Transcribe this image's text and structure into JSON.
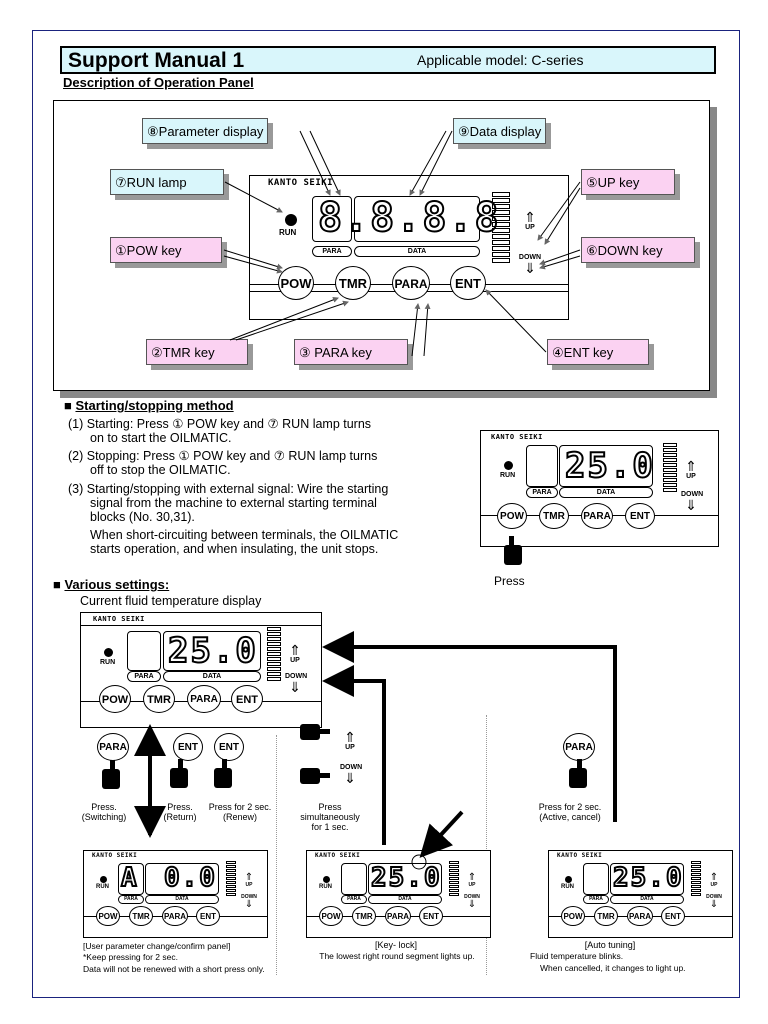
{
  "header": {
    "title": "Support Manual 1",
    "model": "Applicable model: C-series"
  },
  "panel_section": {
    "heading": "Description of Operation Panel",
    "brand": "KANTO SEIKI",
    "run_label": "RUN",
    "display_digits": "8.8.8.8",
    "para_label": "PARA",
    "data_label": "DATA",
    "up_label": "UP",
    "down_label": "DOWN",
    "keys": [
      "POW",
      "TMR",
      "PARA",
      "ENT"
    ],
    "callouts": {
      "parameter_display": "⑧Parameter display",
      "data_display": "⑨Data display",
      "run_lamp": "⑦RUN lamp",
      "up_key": "⑤UP key",
      "pow_key": "①POW key",
      "down_key": "⑥DOWN key",
      "tmr_key": "②TMR key",
      "para_key": "③ PARA key",
      "ent_key": "④ENT key"
    }
  },
  "start_stop": {
    "heading": "Starting/stopping method",
    "lines": [
      "(1) Starting: Press ① POW key and ⑦ RUN lamp turns",
      "on to start the OILMATIC.",
      "(2) Stopping: Press ① POW key and ⑦ RUN lamp turns",
      "off to stop the OILMATIC.",
      "(3) Starting/stopping with external signal: Wire the starting",
      "signal from the machine to external starting terminal",
      "blocks (No. 30,31).",
      "When short-circuiting between terminals, the OILMATIC",
      "starts operation, and when insulating, the unit stops."
    ],
    "display_value": "25.0",
    "press_label": "Press"
  },
  "settings": {
    "heading": "Various settings:",
    "subheading": "Current fluid temperature display",
    "main_value": "25.0",
    "actions": {
      "switching": "Press.\n(Switching)",
      "return": "Press.\n(Return)",
      "renew": "Press for 2 sec.\n(Renew)",
      "keylock": "Press\nsimultaneously\nfor 1 sec.",
      "active_cancel": "Press for 2 sec.\n(Active, cancel)"
    },
    "panels": [
      {
        "param_digit": "A",
        "value": "0.0",
        "caption_title": "[User parameter change/confirm panel]",
        "caption_lines": [
          "*Keep pressing for 2 sec.",
          "Data will not be renewed with a short press only."
        ]
      },
      {
        "param_digit": "",
        "value": "25.0",
        "caption_title": "[Key- lock]",
        "caption_lines": [
          "The lowest right round segment lights up."
        ]
      },
      {
        "param_digit": "",
        "value": "25.0",
        "caption_title": "[Auto tuning]",
        "caption_lines": [
          "Fluid temperature blinks.",
          "When cancelled, it changes to light up."
        ]
      }
    ]
  }
}
